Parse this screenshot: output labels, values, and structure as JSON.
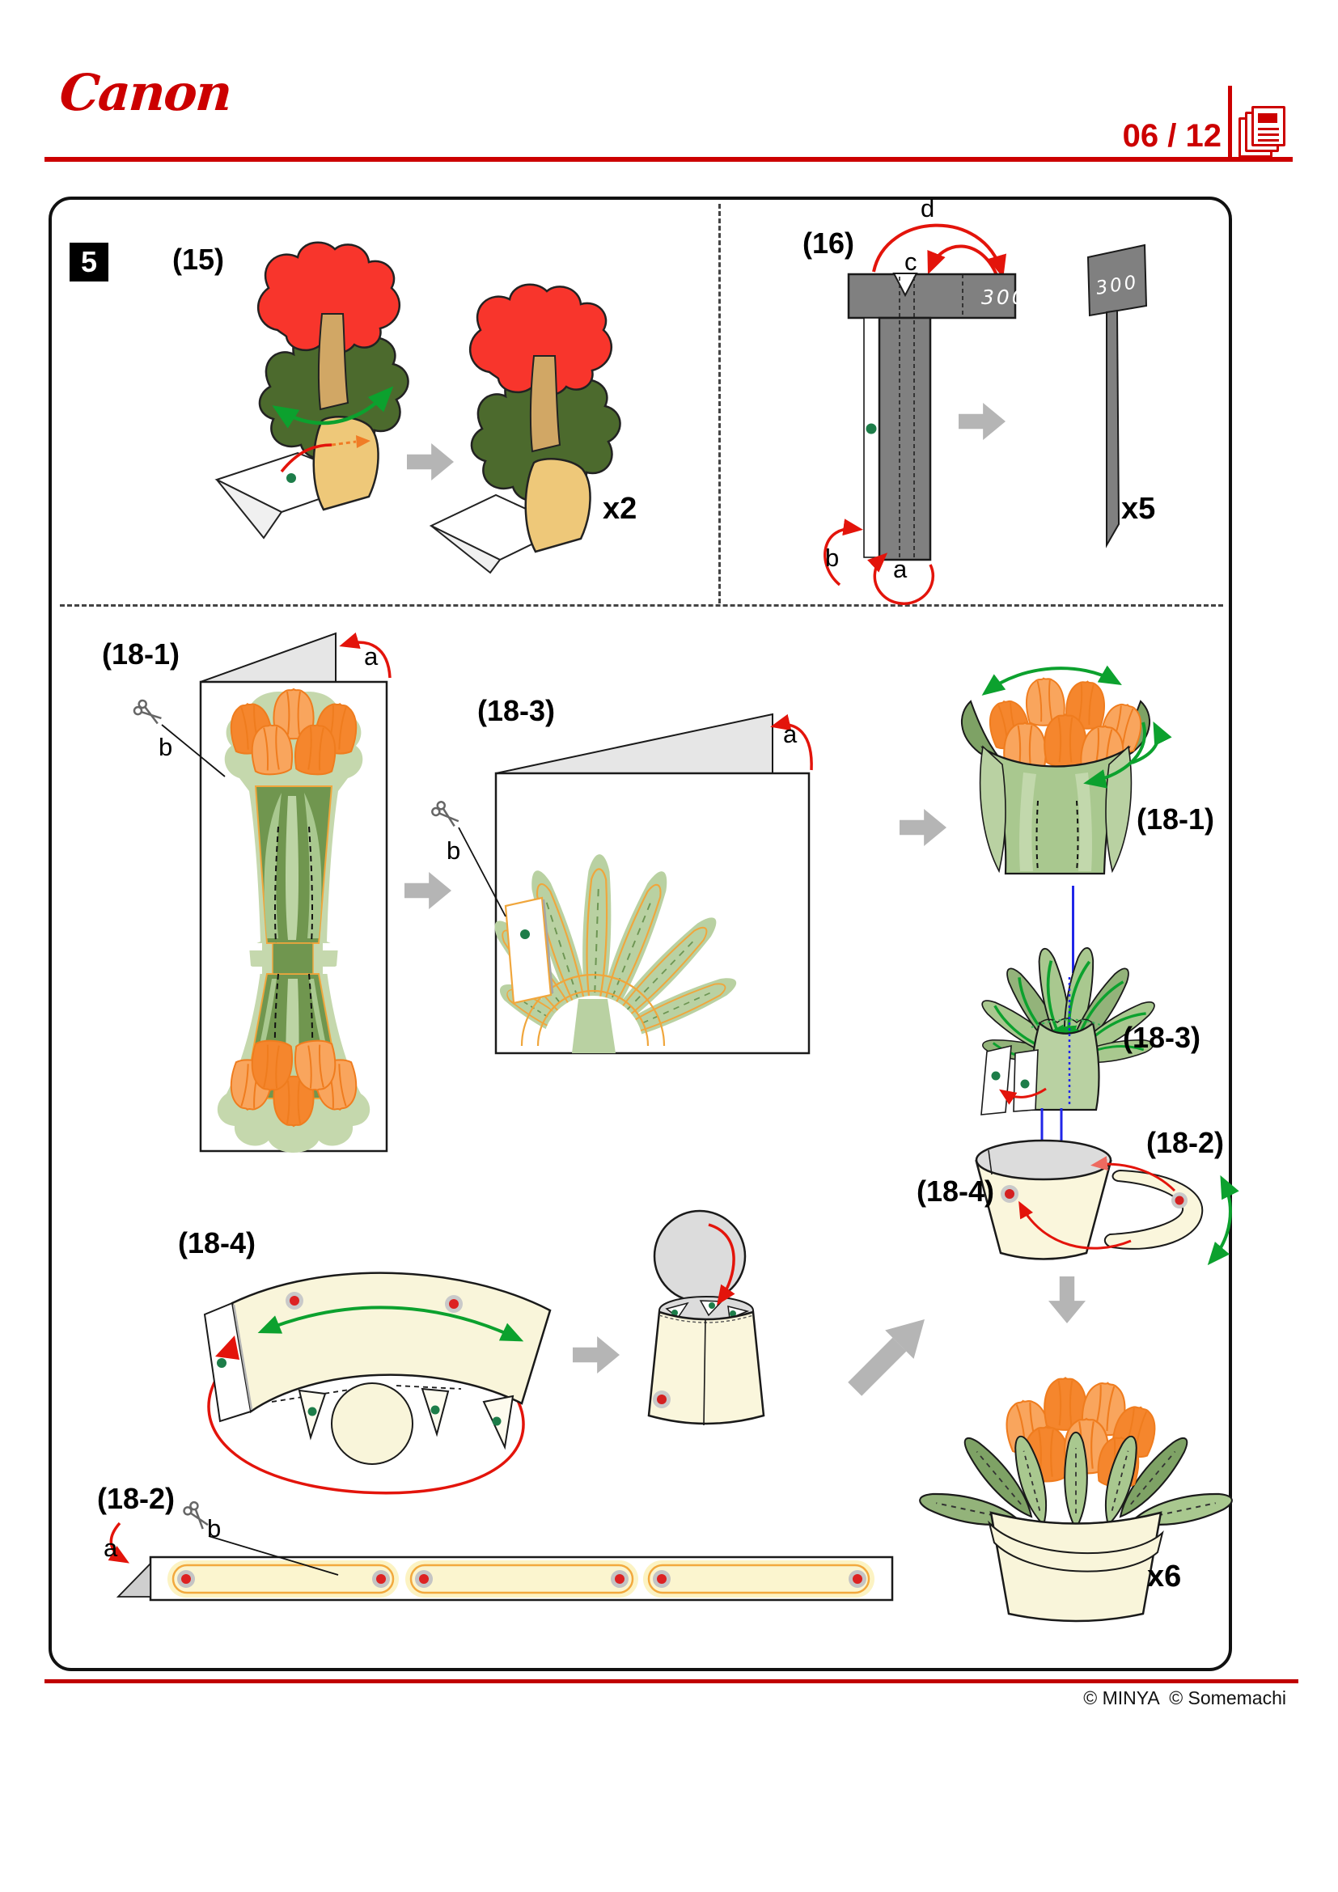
{
  "header": {
    "brand": "Canon",
    "page_indicator": "06 / 12"
  },
  "step": {
    "number": "5"
  },
  "sections": {
    "s15": {
      "label": "(15)",
      "count": "x2"
    },
    "s16": {
      "label": "(16)",
      "stamp": "300",
      "count": "x5",
      "mark_a": "a",
      "mark_b": "b",
      "mark_c": "c",
      "mark_d": "d"
    },
    "s18_1": {
      "label": "(18-1)",
      "mark_a": "a",
      "mark_b": "b"
    },
    "s18_3": {
      "label": "(18-3)",
      "mark_a": "a",
      "mark_b": "b"
    },
    "s18_4": {
      "label": "(18-4)"
    },
    "s18_2": {
      "label": "(18-2)",
      "mark_a": "a",
      "mark_b": "b"
    },
    "assembly": {
      "bouquet_label": "(18-1)",
      "leaves_label": "(18-3)",
      "band_label": "(18-2)",
      "pot_label": "(18-4)",
      "count": "x6"
    }
  },
  "footer": {
    "copyright": "© MINYA  © Somemachi"
  },
  "colors": {
    "brand_red": "#cc0000",
    "arrow_red": "#e3140b",
    "arrow_green": "#0ca12e",
    "glue_dot_green": "#1d7d49",
    "glue_dot_red": "#dd2222",
    "piece_gray": "#808080",
    "cream": "#faf6dc",
    "leaf_green": "#a9c88f",
    "tulip_orange": "#f5862d",
    "tulip_light": "#f9a55d",
    "outline_orange": "#f0a63c",
    "guide_blue": "#2026e8"
  }
}
